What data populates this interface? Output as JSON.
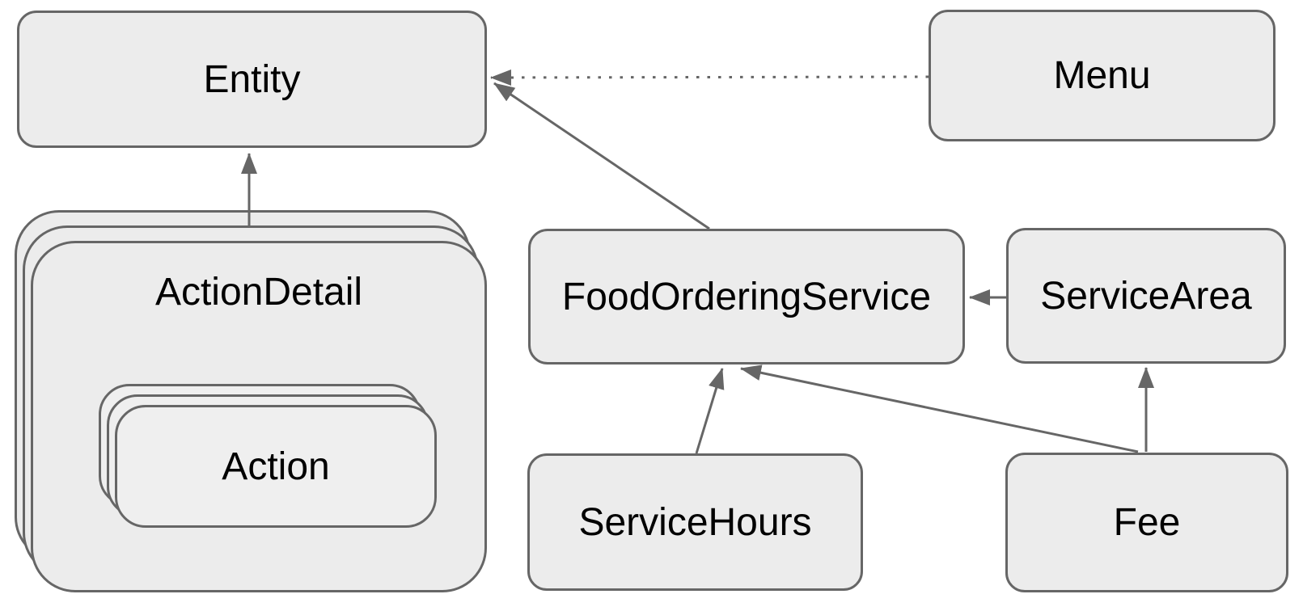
{
  "diagram": {
    "title": "Food ordering service entity diagram",
    "colors": {
      "background": "#ffffff",
      "node_fill": "#ececec",
      "inner_card_fill": "#efefef",
      "node_border": "#666666",
      "edge": "#666666",
      "text": "#000000"
    },
    "nodes": {
      "entity": {
        "label": "Entity",
        "shape": "rounded-rect"
      },
      "menu": {
        "label": "Menu",
        "shape": "rounded-rect"
      },
      "actiondetail": {
        "label": "ActionDetail",
        "shape": "stacked-rounded-rect",
        "stack_count": 3
      },
      "action": {
        "label": "Action",
        "shape": "stacked-rounded-rect",
        "stack_count": 3,
        "nested_in": "actiondetail"
      },
      "foodorderingservice": {
        "label": "FoodOrderingService",
        "shape": "rounded-rect"
      },
      "servicearea": {
        "label": "ServiceArea",
        "shape": "rounded-rect"
      },
      "servicehours": {
        "label": "ServiceHours",
        "shape": "rounded-rect"
      },
      "fee": {
        "label": "Fee",
        "shape": "rounded-rect"
      }
    },
    "edges": [
      {
        "from": "ActionDetail",
        "to": "Entity",
        "style": "solid",
        "arrow": "filled-triangle"
      },
      {
        "from": "Menu",
        "to": "Entity",
        "style": "dotted",
        "arrow": "filled-triangle"
      },
      {
        "from": "FoodOrderingService",
        "to": "Entity",
        "style": "solid",
        "arrow": "filled-triangle"
      },
      {
        "from": "ServiceArea",
        "to": "FoodOrderingService",
        "style": "solid",
        "arrow": "filled-triangle"
      },
      {
        "from": "ServiceHours",
        "to": "FoodOrderingService",
        "style": "solid",
        "arrow": "filled-triangle"
      },
      {
        "from": "Fee",
        "to": "FoodOrderingService",
        "style": "solid",
        "arrow": "filled-triangle"
      },
      {
        "from": "Fee",
        "to": "ServiceArea",
        "style": "solid",
        "arrow": "filled-triangle"
      }
    ]
  }
}
